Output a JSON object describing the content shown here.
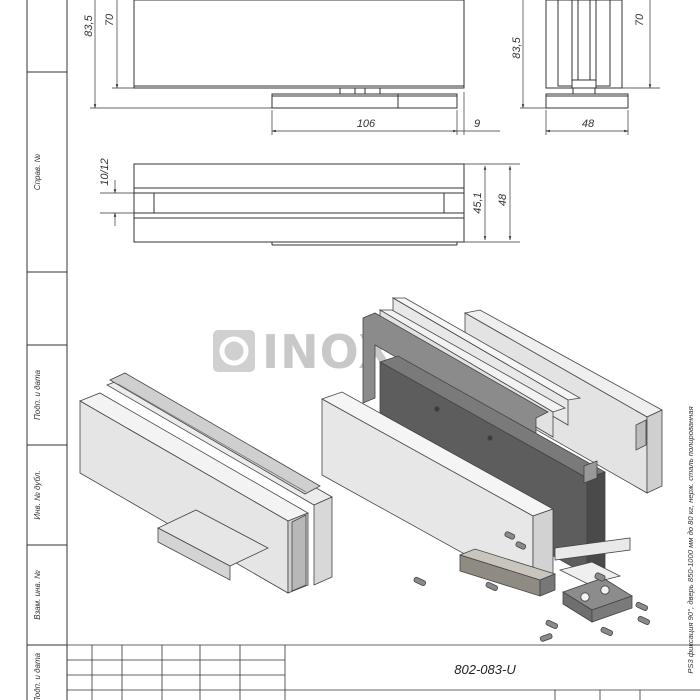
{
  "drawing": {
    "part_number": "802-083-U",
    "description": "PS3 фиксация 90°, дверь 850-1000 мм до 80 кг, нерж. сталь полированная"
  },
  "watermark": {
    "text": "INOXHUB"
  },
  "side_stamp": {
    "sprav_no": "Справ. №",
    "podp_data_1": "Подп. и дата",
    "inv_dubl": "Инв. № дубл.",
    "vzam_inv": "Взам. инв. №",
    "podp_data_2": "Подп. и дата"
  },
  "dimensions": {
    "front_total_height": "83,5",
    "front_inner_height": "70",
    "front_base_length": "106",
    "front_base_offset": "9",
    "side_total_height": "83,5",
    "side_inner_height": "70",
    "side_base_width": "48",
    "plan_glass_gap": "10/12",
    "plan_inner": "45,1",
    "plan_total": "48"
  }
}
